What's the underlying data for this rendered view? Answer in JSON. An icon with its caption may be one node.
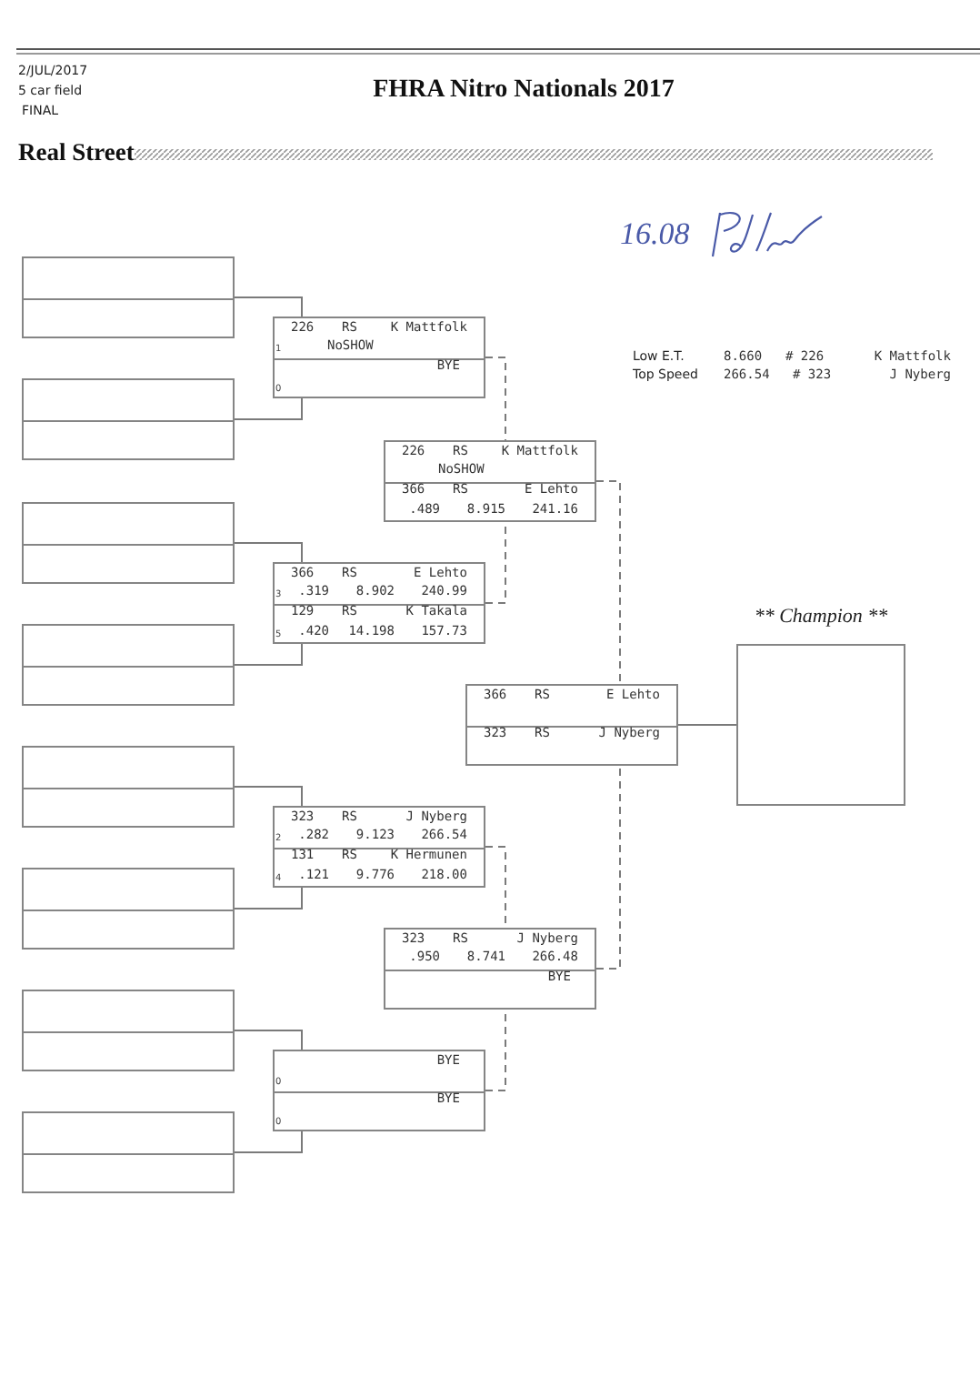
{
  "diagram": {
    "title": "FHRA Nitro Nationals 2017",
    "nodes": [
      {
        "text": [],
        "shape": "box"
      },
      {
        "text": [],
        "shape": "box"
      },
      {
        "text": [],
        "shape": "box"
      },
      {
        "text": [],
        "shape": "box"
      },
      {
        "text": [],
        "shape": "box"
      },
      {
        "text": [],
        "shape": "box"
      },
      {
        "text": [],
        "shape": "box"
      },
      {
        "text": [],
        "shape": "box"
      },
      {
        "text": [
          "226",
          "RS",
          "K Mattfolk",
          "1",
          "NoSHOW",
          "BYE",
          "0"
        ]
      },
      {
        "text": [
          "366",
          "RS",
          "E Lehto",
          "3",
          ".319",
          "8.902",
          "240.99",
          "129",
          "RS",
          "K Takala",
          "5",
          ".420",
          "14.198",
          "157.73"
        ]
      },
      {
        "text": [
          "323",
          "RS",
          "J Nyberg",
          "2",
          ".282",
          "9.123",
          "266.54",
          "131",
          "RS",
          "K Hermunen",
          "4",
          ".121",
          "9.776",
          "218.00"
        ]
      },
      {
        "text": [
          "BYE",
          "0",
          "BYE",
          "0"
        ]
      },
      {
        "text": [
          "226",
          "RS",
          "K Mattfolk",
          "NoSHOW",
          "366",
          "RS",
          "E Lehto",
          ".489",
          "8.915",
          "241.16"
        ]
      },
      {
        "text": [
          "323",
          "RS",
          "J Nyberg",
          ".950",
          "8.741",
          "266.48",
          "BYE"
        ]
      },
      {
        "text": [
          "366",
          "RS",
          "E Lehto",
          "323",
          "RS",
          "J Nyberg"
        ]
      },
      {
        "text": [
          "** Champion **"
        ]
      }
    ],
    "edges": [
      {
        "from": 0,
        "to": 8,
        "arrow": "none"
      },
      {
        "from": 1,
        "to": 8,
        "arrow": "none"
      },
      {
        "from": 2,
        "to": 9,
        "arrow": "none"
      },
      {
        "from": 3,
        "to": 9,
        "arrow": "none"
      },
      {
        "from": 4,
        "to": 10,
        "arrow": "none"
      },
      {
        "from": 5,
        "to": 10,
        "arrow": "none"
      },
      {
        "from": 6,
        "to": 11,
        "arrow": "none"
      },
      {
        "from": 7,
        "to": 11,
        "arrow": "none"
      },
      {
        "from": 8,
        "to": 12,
        "arrow": "none",
        "style": "dashed"
      },
      {
        "from": 9,
        "to": 12,
        "arrow": "none",
        "style": "dashed"
      },
      {
        "from": 10,
        "to": 13,
        "arrow": "none",
        "style": "dashed"
      },
      {
        "from": 11,
        "to": 13,
        "arrow": "none",
        "style": "dashed"
      },
      {
        "from": 12,
        "to": 14,
        "arrow": "none",
        "style": "dashed"
      },
      {
        "from": 13,
        "to": 14,
        "arrow": "none",
        "style": "dashed"
      },
      {
        "from": 14,
        "to": 15,
        "arrow": "none"
      }
    ],
    "labels": [
      "2/JUL/2017",
      "5 car field",
      "FINAL",
      "Real Street",
      "16.08",
      "Low E.T.",
      "8.660",
      "# 226",
      "K Mattfolk",
      "Top Speed",
      "266.54",
      "# 323",
      "J Nyberg"
    ]
  }
}
